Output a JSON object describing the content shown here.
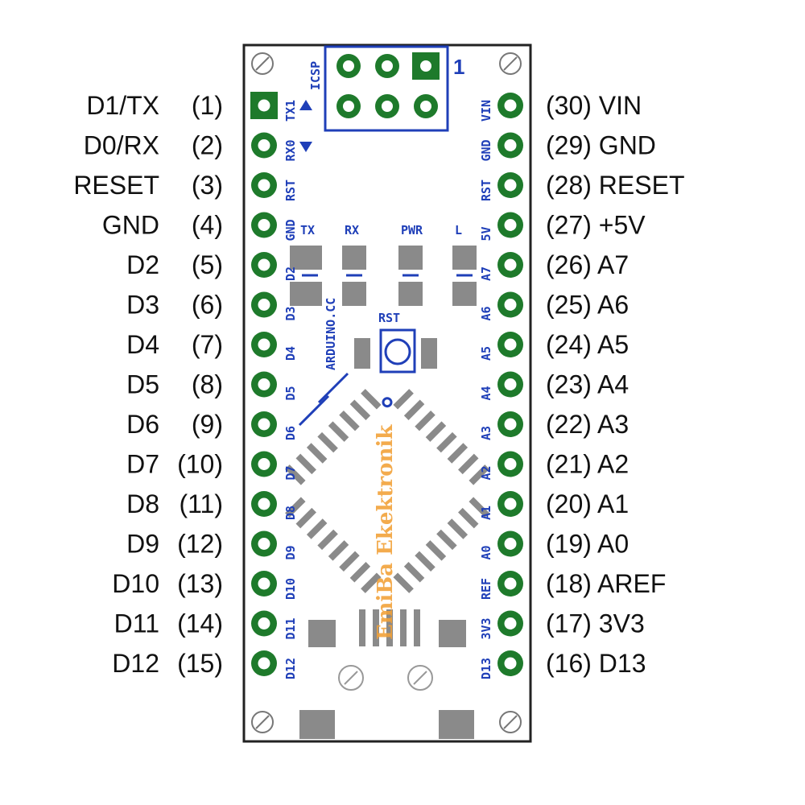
{
  "colors": {
    "pad_green": "#1e7a2b",
    "silk_blue": "#1f3fb8",
    "gray_pad": "#8a8a8a",
    "watermark": "#f2a23a"
  },
  "left_pins": [
    {
      "label": "D1/TX",
      "num": "(1)",
      "silk": "TX1",
      "square": true
    },
    {
      "label": "D0/RX",
      "num": "(2)",
      "silk": "RX0"
    },
    {
      "label": "RESET",
      "num": "(3)",
      "silk": "RST"
    },
    {
      "label": "GND",
      "num": "(4)",
      "silk": "GND"
    },
    {
      "label": "D2",
      "num": "(5)",
      "silk": "D2"
    },
    {
      "label": "D3",
      "num": "(6)",
      "silk": "D3"
    },
    {
      "label": "D4",
      "num": "(7)",
      "silk": "D4"
    },
    {
      "label": "D5",
      "num": "(8)",
      "silk": "D5"
    },
    {
      "label": "D6",
      "num": "(9)",
      "silk": "D6"
    },
    {
      "label": "D7",
      "num": "(10)",
      "silk": "D7"
    },
    {
      "label": "D8",
      "num": "(11)",
      "silk": "D8"
    },
    {
      "label": "D9",
      "num": "(12)",
      "silk": "D9"
    },
    {
      "label": "D10",
      "num": "(13)",
      "silk": "D10"
    },
    {
      "label": "D11",
      "num": "(14)",
      "silk": "D11"
    },
    {
      "label": "D12",
      "num": "(15)",
      "silk": "D12"
    }
  ],
  "right_pins": [
    {
      "label": "(30) VIN",
      "silk": "VIN"
    },
    {
      "label": "(29) GND",
      "silk": "GND"
    },
    {
      "label": "(28) RESET",
      "silk": "RST"
    },
    {
      "label": "(27) +5V",
      "silk": "5V"
    },
    {
      "label": "(26) A7",
      "silk": "A7"
    },
    {
      "label": "(25) A6",
      "silk": "A6"
    },
    {
      "label": "(24) A5",
      "silk": "A5"
    },
    {
      "label": "(23) A4",
      "silk": "A4"
    },
    {
      "label": "(22) A3",
      "silk": "A3"
    },
    {
      "label": "(21) A2",
      "silk": "A2"
    },
    {
      "label": "(20) A1",
      "silk": "A1"
    },
    {
      "label": "(19) A0",
      "silk": "A0"
    },
    {
      "label": "(18) AREF",
      "silk": "REF"
    },
    {
      "label": "(17) 3V3",
      "silk": "3V3"
    },
    {
      "label": "(16) D13",
      "silk": "D13"
    }
  ],
  "board": {
    "icsp_label": "ICSP",
    "icsp_pin1": "1",
    "led_labels": [
      "TX",
      "RX",
      "PWR",
      "L"
    ],
    "reset_label": "RST",
    "site_label": "ARDUINO.CC",
    "watermark": "EmiBa Ekektronik"
  }
}
